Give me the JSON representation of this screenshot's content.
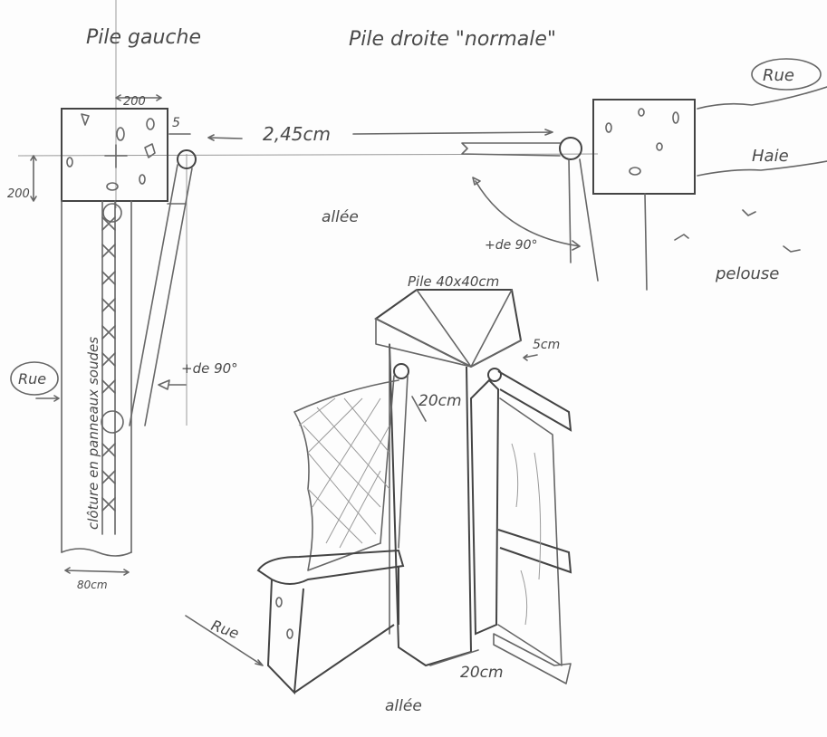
{
  "titles": {
    "left_pillar": "Pile gauche",
    "right_pillar": "Pile droite \"normale\""
  },
  "plan_labels": {
    "width_dim": "200",
    "height_dim": "200",
    "gap_dim": "5",
    "gate_span": "2,45cm",
    "driveway": "allée",
    "street_left": "Rue",
    "street_right": "Rue",
    "hedge": "Haie",
    "lawn": "pelouse",
    "angle_left": "+de 90°",
    "angle_right": "+de 90°",
    "fence": "clôture en panneaux soudes",
    "fence_width": "80cm"
  },
  "perspective_labels": {
    "pillar_size": "Pile 40x40cm",
    "gap": "5cm",
    "post_width": "20cm",
    "base_width": "20cm",
    "street": "Rue",
    "driveway": "allée"
  },
  "colors": {
    "pencil": "#666666",
    "paper": "#fdfdfd"
  }
}
